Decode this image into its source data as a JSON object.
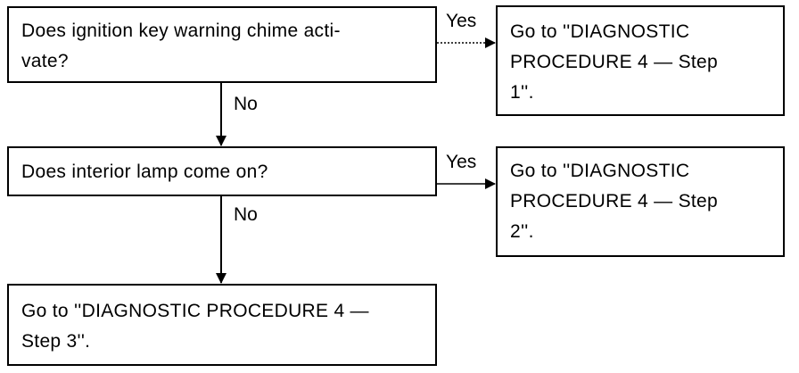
{
  "flowchart": {
    "question_1": "Does ignition key warning chime acti-\nvate?",
    "question_1_yes_result": "Go to ''DIAGNOSTIC\nPROCEDURE 4 — Step\n1''.",
    "question_2": "Does interior lamp come on?",
    "question_2_yes_result": "Go to ''DIAGNOSTIC\nPROCEDURE 4 — Step\n2''.",
    "final_result": "Go to ''DIAGNOSTIC PROCEDURE 4 —\nStep 3''.",
    "yes_label": "Yes",
    "no_label": "No"
  }
}
